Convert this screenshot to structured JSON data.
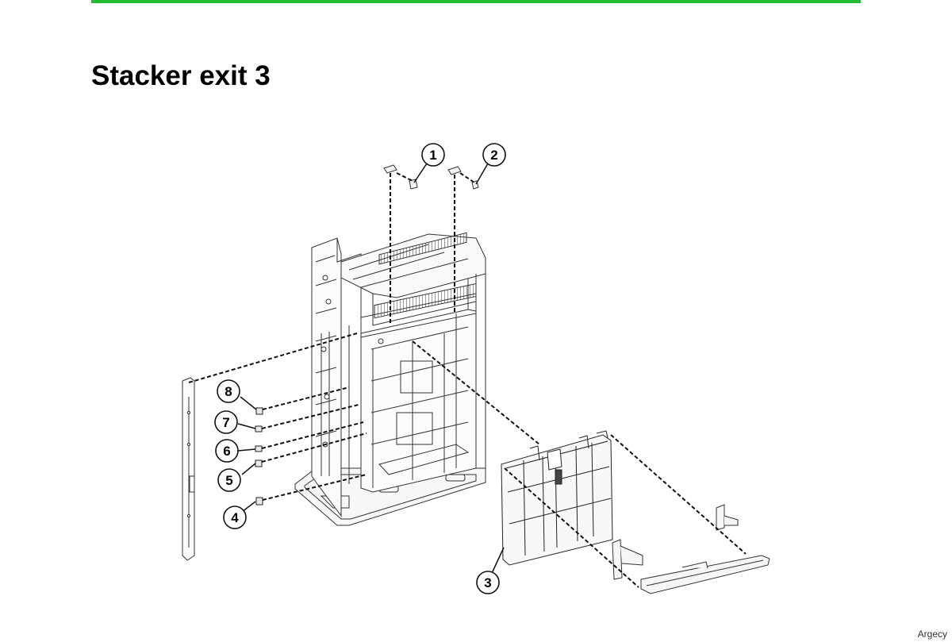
{
  "page": {
    "title": "Stacker exit 3",
    "accent_color": "#22bb33",
    "watermark": "Argecy"
  },
  "callouts": [
    {
      "number": "1"
    },
    {
      "number": "2"
    },
    {
      "number": "3"
    },
    {
      "number": "4"
    },
    {
      "number": "5"
    },
    {
      "number": "6"
    },
    {
      "number": "7"
    },
    {
      "number": "8"
    }
  ]
}
